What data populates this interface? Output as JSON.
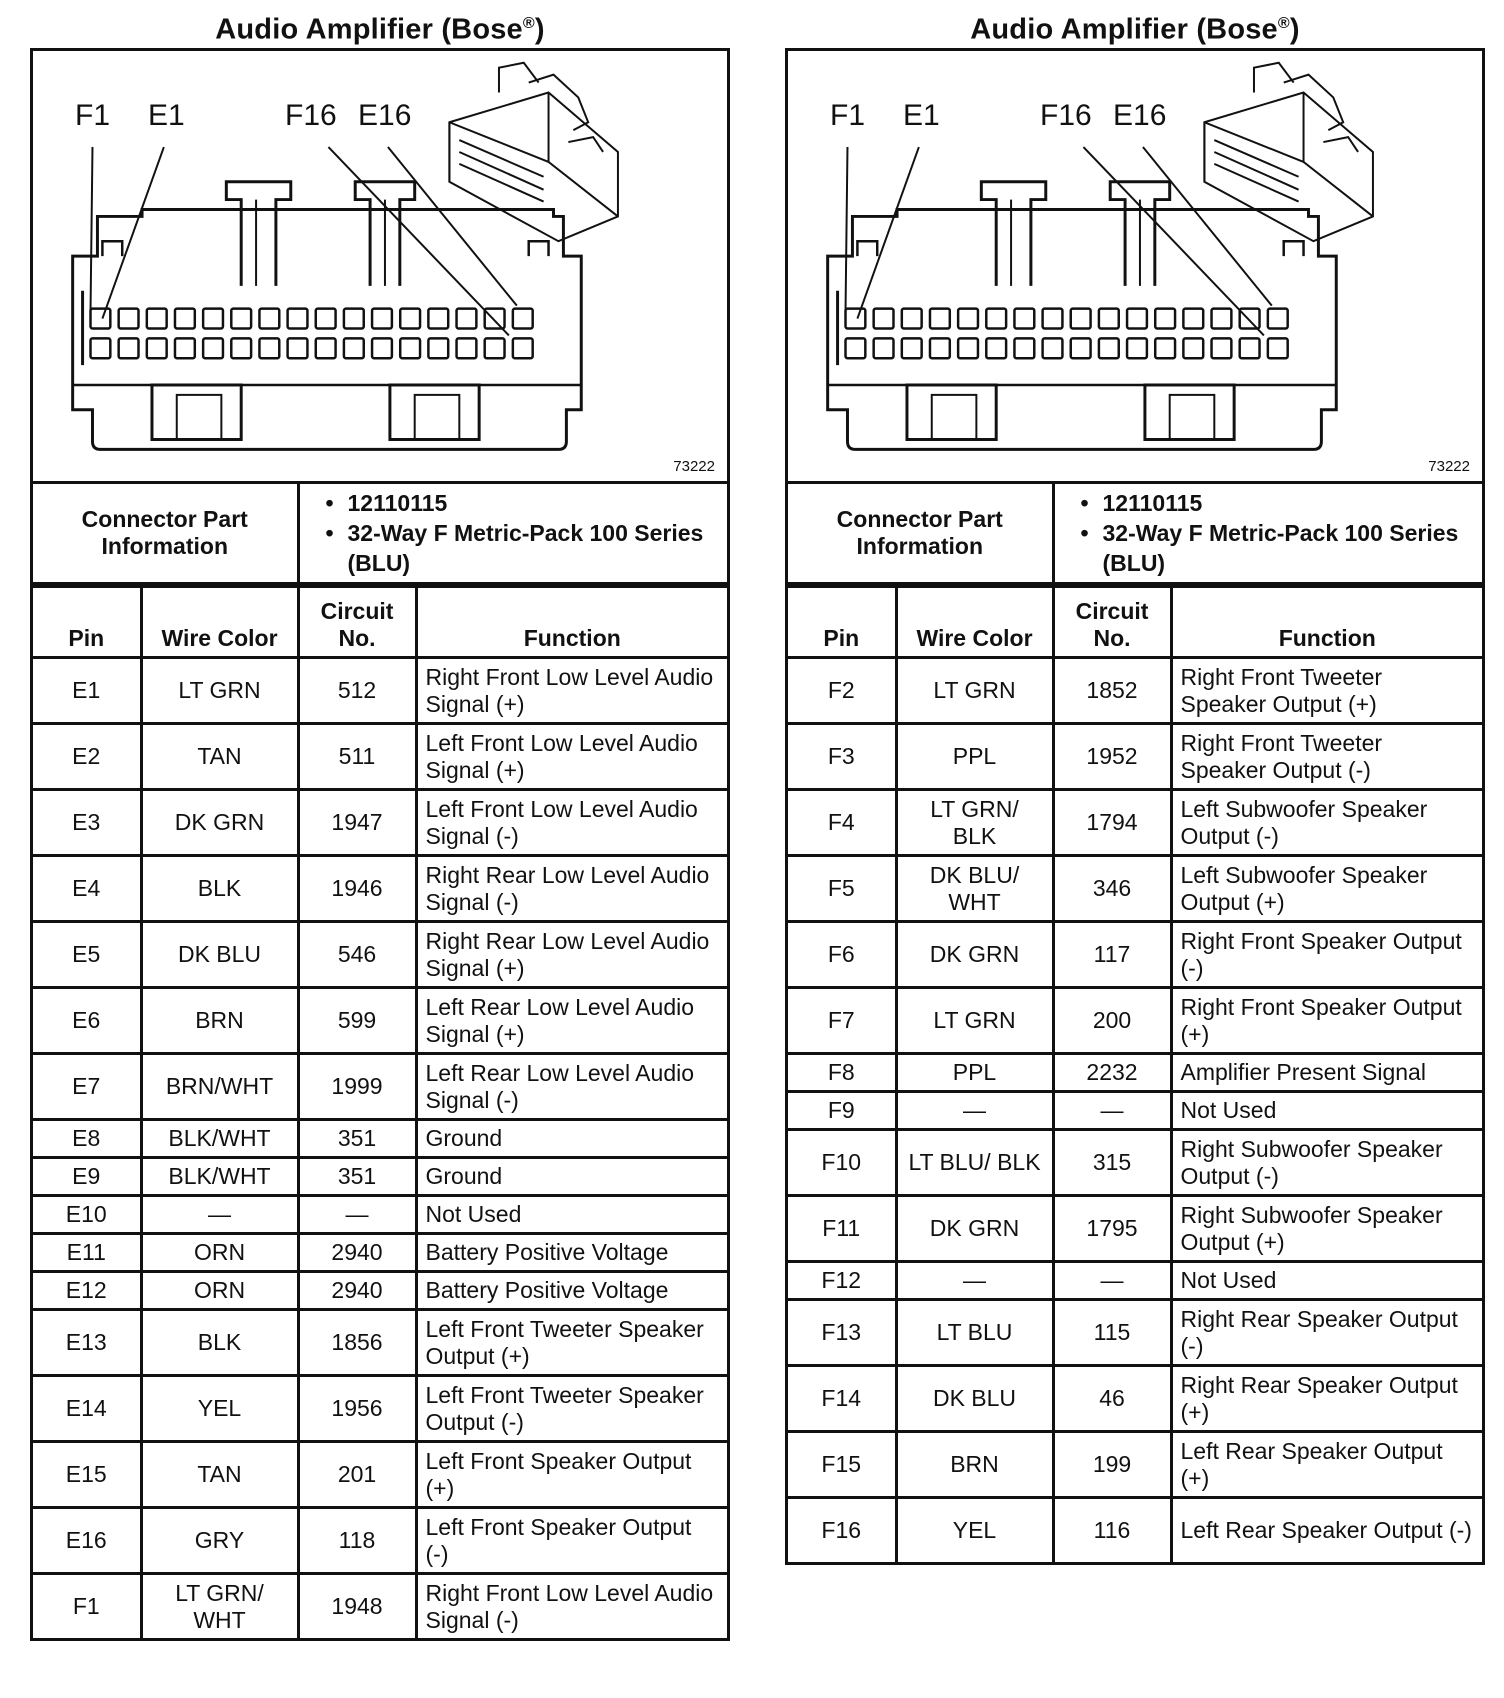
{
  "panels": [
    {
      "title": "Audio Amplifier (Bose",
      "title_mark": "®",
      "title_close": ")",
      "diagram": {
        "labels": [
          "F1",
          "E1",
          "F16",
          "E16"
        ],
        "drawing_id": "73222"
      },
      "connector_label": "Connector Part Information",
      "connector_details": [
        "12110115",
        "32-Way F Metric-Pack 100 Series (BLU)"
      ],
      "columns": [
        "Pin",
        "Wire Color",
        "Circuit No.",
        "Function"
      ],
      "rows": [
        {
          "pin": "E1",
          "color": "LT GRN",
          "circuit": "512",
          "function": "Right Front Low Level Audio Signal (+)"
        },
        {
          "pin": "E2",
          "color": "TAN",
          "circuit": "511",
          "function": "Left Front Low Level Audio Signal (+)"
        },
        {
          "pin": "E3",
          "color": "DK GRN",
          "circuit": "1947",
          "function": "Left Front Low Level Audio Signal (-)"
        },
        {
          "pin": "E4",
          "color": "BLK",
          "circuit": "1946",
          "function": "Right Rear Low Level Audio Signal (-)"
        },
        {
          "pin": "E5",
          "color": "DK BLU",
          "circuit": "546",
          "function": "Right Rear Low Level Audio Signal (+)"
        },
        {
          "pin": "E6",
          "color": "BRN",
          "circuit": "599",
          "function": "Left Rear Low Level Audio Signal (+)"
        },
        {
          "pin": "E7",
          "color": "BRN/WHT",
          "circuit": "1999",
          "function": "Left Rear Low Level Audio Signal (-)"
        },
        {
          "pin": "E8",
          "color": "BLK/WHT",
          "circuit": "351",
          "function": "Ground"
        },
        {
          "pin": "E9",
          "color": "BLK/WHT",
          "circuit": "351",
          "function": "Ground"
        },
        {
          "pin": "E10",
          "color": "—",
          "circuit": "—",
          "function": "Not Used"
        },
        {
          "pin": "E11",
          "color": "ORN",
          "circuit": "2940",
          "function": "Battery Positive Voltage"
        },
        {
          "pin": "E12",
          "color": "ORN",
          "circuit": "2940",
          "function": "Battery Positive Voltage"
        },
        {
          "pin": "E13",
          "color": "BLK",
          "circuit": "1856",
          "function": "Left Front Tweeter Speaker Output (+)"
        },
        {
          "pin": "E14",
          "color": "YEL",
          "circuit": "1956",
          "function": "Left Front Tweeter Speaker Output (-)"
        },
        {
          "pin": "E15",
          "color": "TAN",
          "circuit": "201",
          "function": "Left Front Speaker Output (+)"
        },
        {
          "pin": "E16",
          "color": "GRY",
          "circuit": "118",
          "function": "Left Front Speaker Output (-)"
        },
        {
          "pin": "F1",
          "color": "LT GRN/ WHT",
          "circuit": "1948",
          "function": "Right Front Low Level Audio Signal (-)"
        }
      ]
    },
    {
      "title": "Audio Amplifier (Bose",
      "title_mark": "®",
      "title_close": ")",
      "diagram": {
        "labels": [
          "F1",
          "E1",
          "F16",
          "E16"
        ],
        "drawing_id": "73222"
      },
      "connector_label": "Connector Part Information",
      "connector_details": [
        "12110115",
        "32-Way F Metric-Pack 100 Series (BLU)"
      ],
      "columns": [
        "Pin",
        "Wire Color",
        "Circuit No.",
        "Function"
      ],
      "rows": [
        {
          "pin": "F2",
          "color": "LT GRN",
          "circuit": "1852",
          "function": "Right Front Tweeter Speaker Output (+)"
        },
        {
          "pin": "F3",
          "color": "PPL",
          "circuit": "1952",
          "function": "Right Front Tweeter Speaker Output (-)"
        },
        {
          "pin": "F4",
          "color": "LT GRN/ BLK",
          "circuit": "1794",
          "function": "Left Subwoofer Speaker Output (-)"
        },
        {
          "pin": "F5",
          "color": "DK BLU/ WHT",
          "circuit": "346",
          "function": "Left Subwoofer Speaker Output (+)"
        },
        {
          "pin": "F6",
          "color": "DK GRN",
          "circuit": "117",
          "function": "Right Front Speaker Output (-)"
        },
        {
          "pin": "F7",
          "color": "LT GRN",
          "circuit": "200",
          "function": "Right Front Speaker Output (+)"
        },
        {
          "pin": "F8",
          "color": "PPL",
          "circuit": "2232",
          "function": "Amplifier Present Signal"
        },
        {
          "pin": "F9",
          "color": "—",
          "circuit": "—",
          "function": "Not Used"
        },
        {
          "pin": "F10",
          "color": "LT BLU/ BLK",
          "circuit": "315",
          "function": "Right Subwoofer Speaker Output (-)"
        },
        {
          "pin": "F11",
          "color": "DK GRN",
          "circuit": "1795",
          "function": "Right Subwoofer Speaker Output (+)"
        },
        {
          "pin": "F12",
          "color": "—",
          "circuit": "—",
          "function": "Not Used"
        },
        {
          "pin": "F13",
          "color": "LT BLU",
          "circuit": "115",
          "function": "Right Rear Speaker Output (-)"
        },
        {
          "pin": "F14",
          "color": "DK BLU",
          "circuit": "46",
          "function": "Right Rear Speaker Output (+)"
        },
        {
          "pin": "F15",
          "color": "BRN",
          "circuit": "199",
          "function": "Left Rear Speaker Output (+)"
        },
        {
          "pin": "F16",
          "color": "YEL",
          "circuit": "116",
          "function": "Left Rear Speaker Output (-)"
        }
      ]
    }
  ]
}
